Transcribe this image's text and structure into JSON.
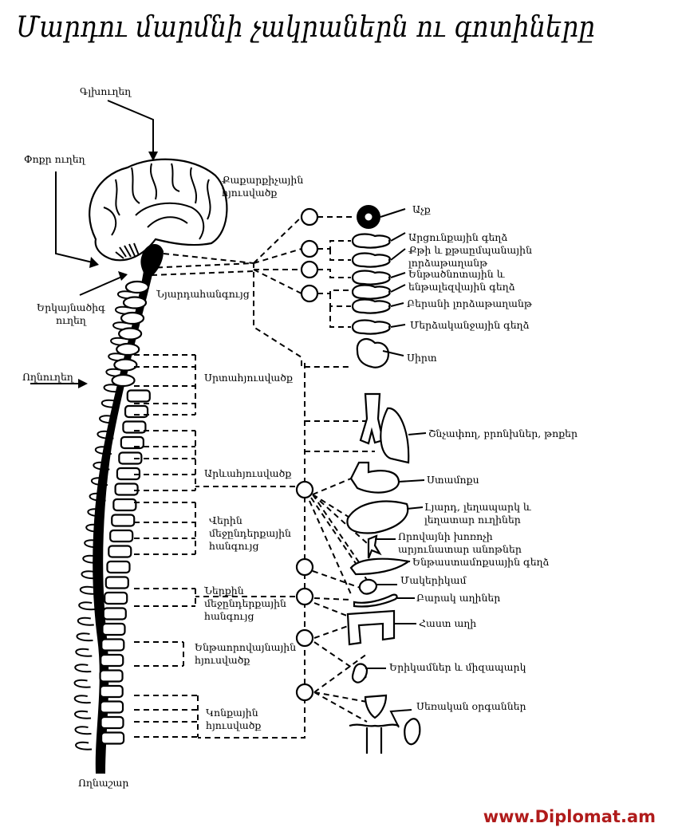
{
  "title": "Մարդու մարմնի չակրաներն ու գոտիները",
  "watermark": "www.Diplomat.am",
  "left_labels": {
    "cerebrum": "Գլխուղեղ",
    "cerebellum": "Փոքր ուղեղ",
    "cortex": [
      "Քաքարքիչային",
      "հյուսվածք"
    ],
    "medulla": [
      "Երկայնածիգ",
      "ուղեղ"
    ],
    "spinal_cord": "Ողնուղեղ",
    "sacrum": "Ողնաշար"
  },
  "spine_labels": {
    "ganglion": "Նյարդահանգույց",
    "cardiac": "Սրտահյուսվածք",
    "solar": "Արևահյուսվածք",
    "upper_mesenteric": [
      "Վերին",
      "մեջընդերքային",
      "հանգույց"
    ],
    "lower_mesenteric": [
      "Ներքին",
      "մեջընդերքային",
      "հանգույց"
    ],
    "hypogastric": [
      "Ենթաորովայնային",
      "հյուսվածք"
    ],
    "pelvic": [
      "Կոնքային",
      "հյուսվածք"
    ]
  },
  "organs": [
    {
      "id": "eye",
      "label": "Աչք"
    },
    {
      "id": "lacrimal",
      "label": "Արցունքային գեղձ"
    },
    {
      "id": "nasal",
      "label": [
        "Քթի և քթաըմպանային",
        "լորձաթաղանթ"
      ]
    },
    {
      "id": "submandibular",
      "label": [
        "Ենթածնոտային և",
        "ենթալեզվային գեղձ"
      ]
    },
    {
      "id": "oral",
      "label": "Բերանի լորձաթաղանթ"
    },
    {
      "id": "parotid",
      "label": "Մերձականջային գեղձ"
    },
    {
      "id": "heart",
      "label": "Սիրտ"
    },
    {
      "id": "lungs",
      "label": "Շնչափող, բրոնխներ, թոքեր"
    },
    {
      "id": "stomach",
      "label": "Ստամոքս"
    },
    {
      "id": "liver",
      "label": [
        "Լյարդ, լեղապարկ և",
        "լեղատար ուղիներ"
      ]
    },
    {
      "id": "abdominal_vessels",
      "label": [
        "Որովայնի խոռոչի",
        "արյունատար անոթներ"
      ]
    },
    {
      "id": "pancreas",
      "label": "Ենթաստամոքսային գեղձ"
    },
    {
      "id": "spleen",
      "label": "Մակերիկամ"
    },
    {
      "id": "small_intestine",
      "label": "Բարակ աղիներ"
    },
    {
      "id": "large_intestine",
      "label": "Հաստ աղի"
    },
    {
      "id": "kidneys",
      "label": "Երիկամներ և միզապարկ"
    },
    {
      "id": "genitals",
      "label": "Սեռական օրգաններ"
    }
  ]
}
